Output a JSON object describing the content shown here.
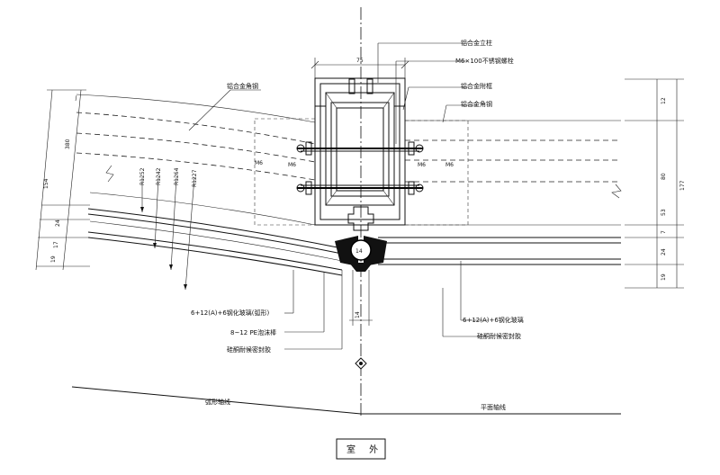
{
  "labels": {
    "aluminum_mullion": "铝合金立柱",
    "bolt": "M6×100不锈钢螺栓",
    "alum_frame": "铝合金附框",
    "alum_angle_left": "铝合金角钢",
    "alum_angle_right": "铝合金角钢",
    "glass_left": "6+12(A)+6钢化玻璃(弧形)",
    "glass_right": "6+12(A)+6钢化玻璃",
    "rod": "8~12 PE泡沫棒",
    "sealant": "硅酮耐候密封胶",
    "outdoor": "室 外"
  },
  "bolt_tags": [
    "M6",
    "M6",
    "M6",
    "M6"
  ],
  "radius_tags": [
    "R1252",
    "R1242",
    "R1264",
    "R1227"
  ],
  "dimensions": {
    "top_width": "75",
    "gap": "14",
    "left_main": "380",
    "left_total": "154",
    "left_small_1": "24",
    "left_small_2": "17",
    "left_small_3": "19",
    "right_top": "12",
    "right_main": "80",
    "right_total": "177",
    "right_mid": "53",
    "right_small_1": "7",
    "right_small_2": "24",
    "right_small_3": "19"
  },
  "axis_labels": {
    "left": "弧形轴线",
    "right": "平面轴线"
  }
}
